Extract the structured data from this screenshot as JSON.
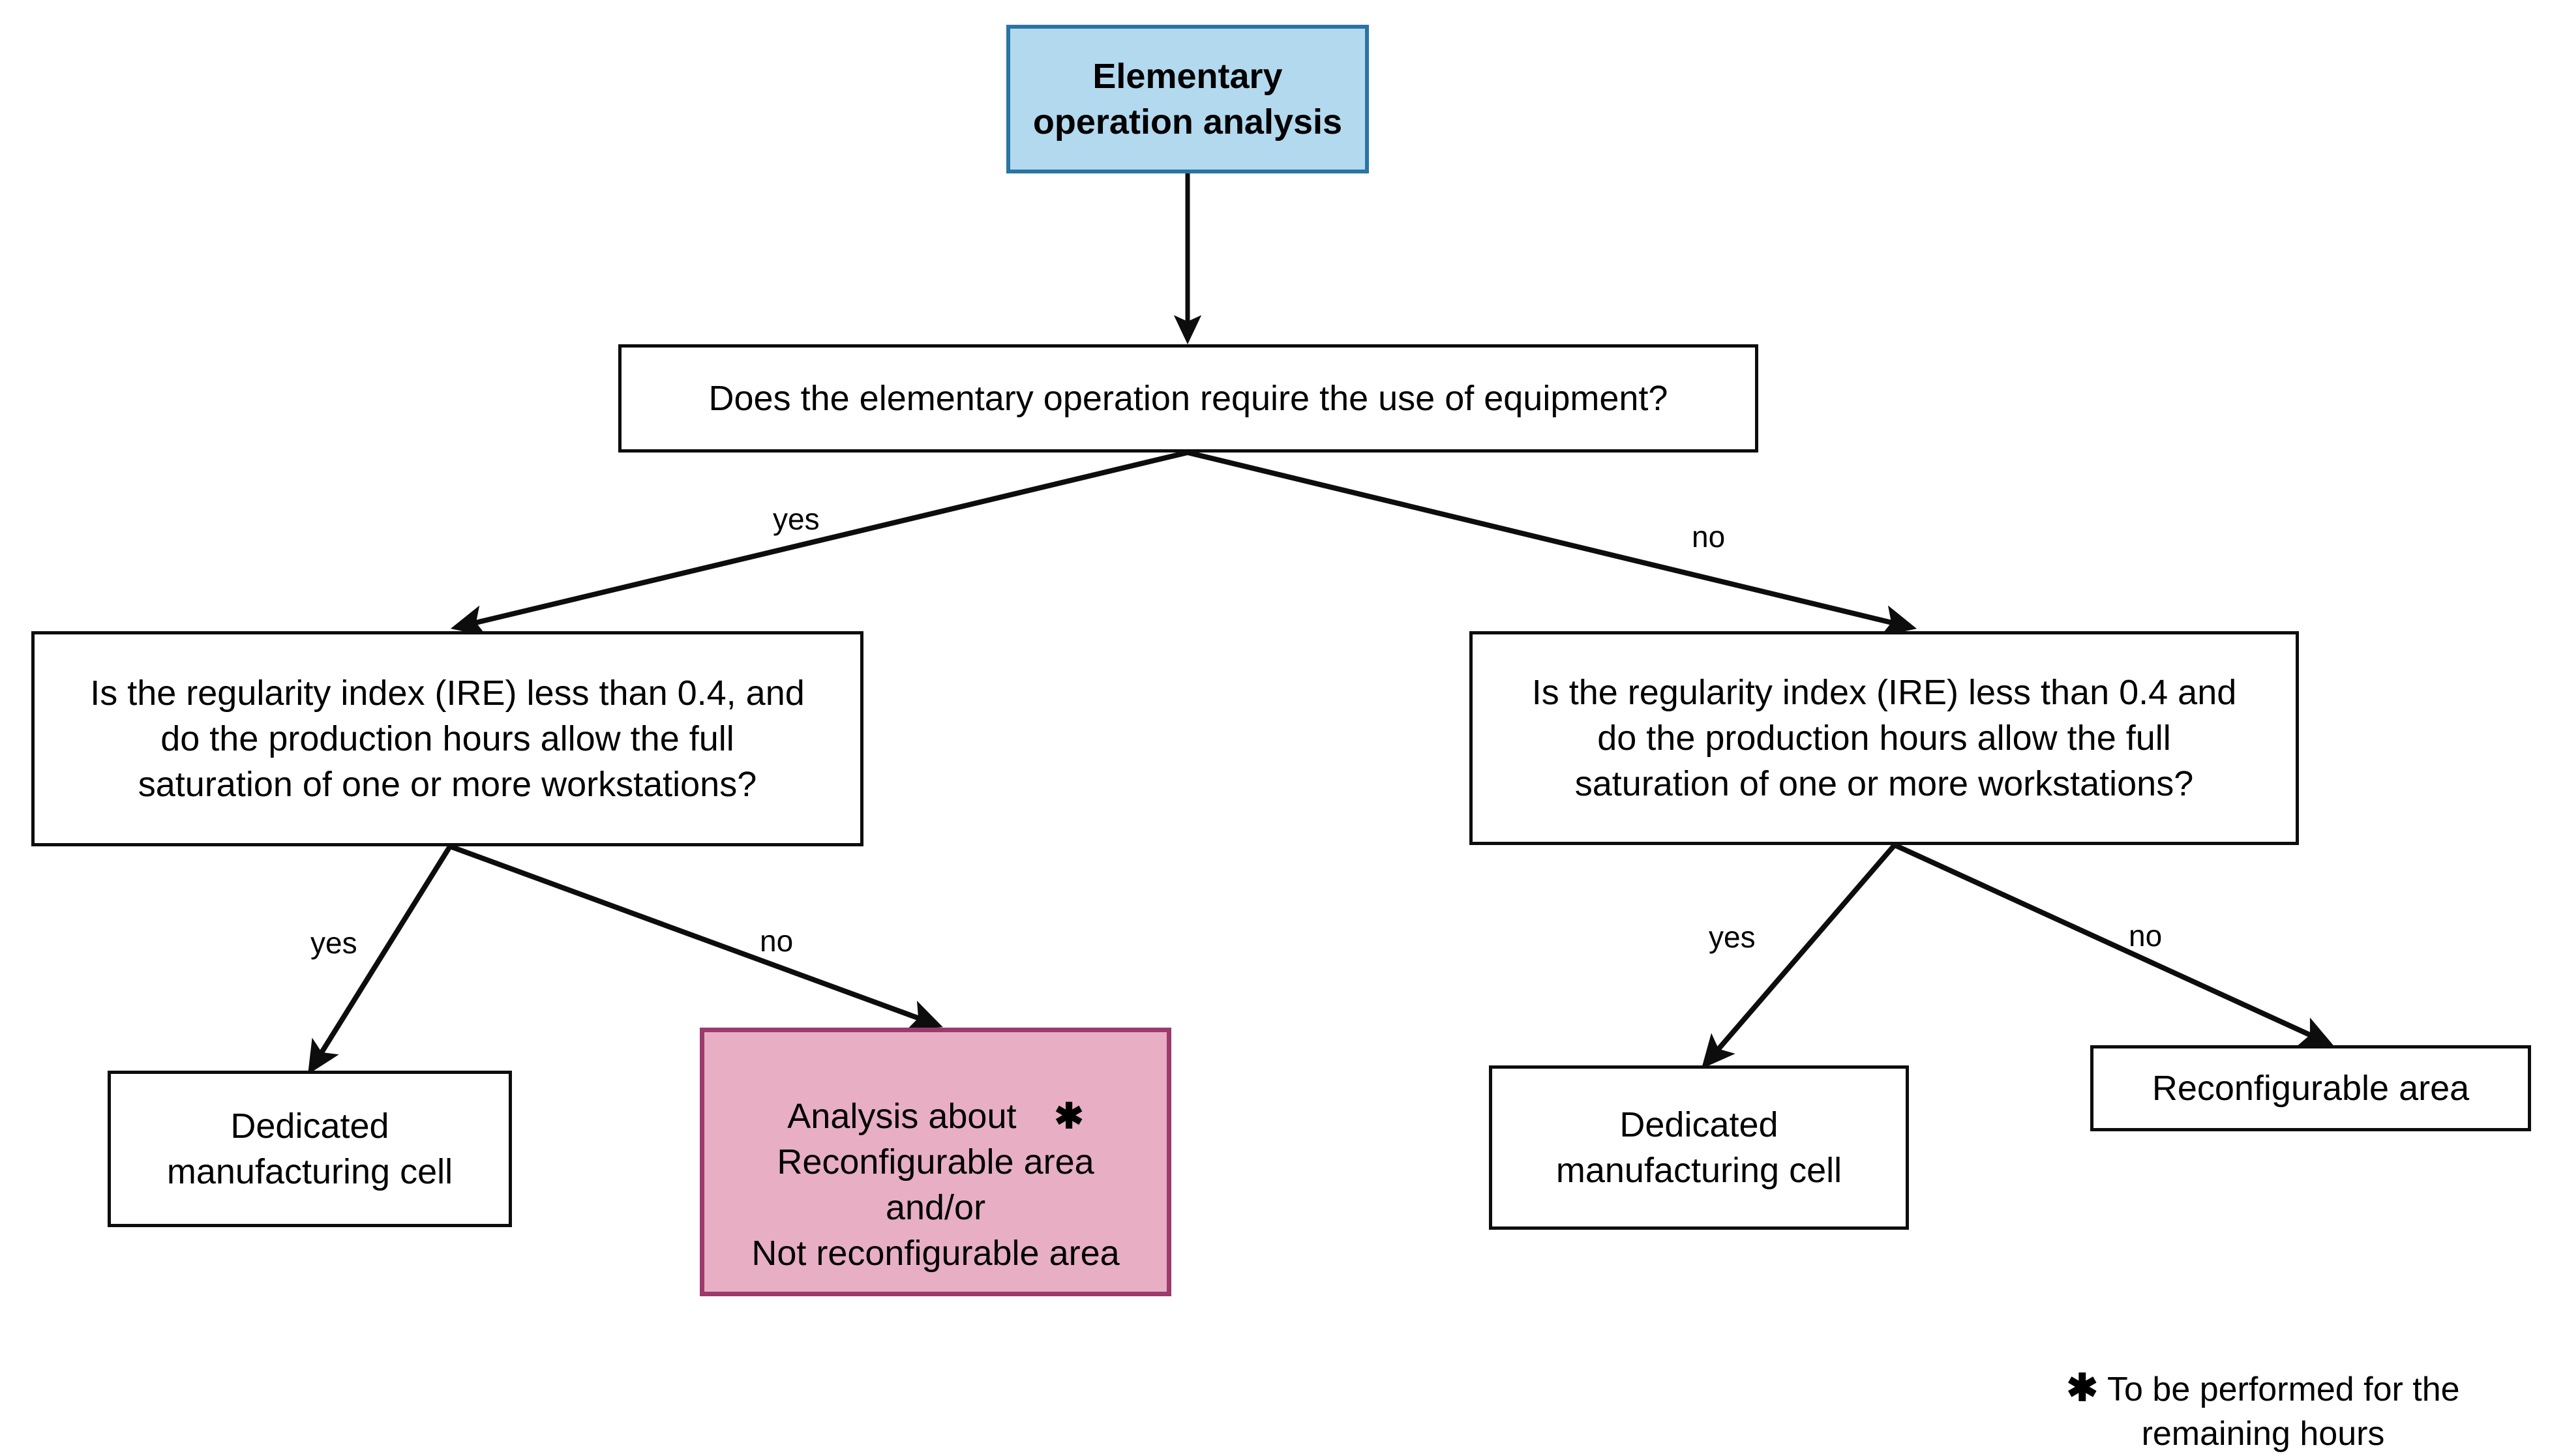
{
  "diagram": {
    "title_node": {
      "text": "Elementary\noperation analysis",
      "fill": "#b3d9ef",
      "stroke": "#2a74a4"
    },
    "decision_root": {
      "text": "Does the elementary operation require the use of equipment?"
    },
    "decision_left": {
      "text": "Is the regularity index (IRE) less than 0.4, and\ndo the production hours allow the full\nsaturation of one or more workstations?"
    },
    "decision_right": {
      "text": "Is the regularity index (IRE) less than 0.4 and\ndo the production hours allow the full\nsaturation of one or more workstations?"
    },
    "leaf_left_yes": {
      "text": "Dedicated\nmanufacturing cell"
    },
    "leaf_left_no": {
      "line1": "Analysis about",
      "star": "✱",
      "rest": "Reconfigurable area\nand/or\nNot reconfigurable area",
      "fill": "#e7aec4",
      "stroke": "#9c3a6c"
    },
    "leaf_right_yes": {
      "text": "Dedicated\nmanufacturing cell"
    },
    "leaf_right_no": {
      "text": "Reconfigurable area"
    },
    "edge_labels": {
      "root_yes": "yes",
      "root_no": "no",
      "left_yes": "yes",
      "left_no": "no",
      "right_yes": "yes",
      "right_no": "no"
    },
    "footnote": {
      "star": "✱",
      "text": "To be performed for the\nremaining hours"
    }
  }
}
